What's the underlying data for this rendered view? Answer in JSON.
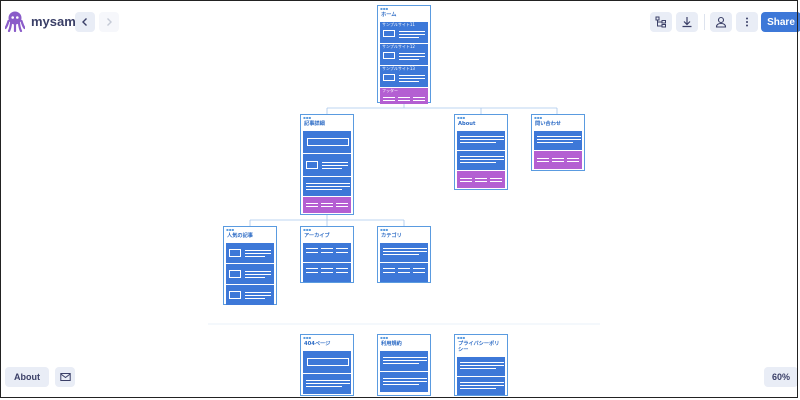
{
  "app": {
    "name": "mysampe"
  },
  "header": {
    "share_label": "Share",
    "icons": [
      "back-icon",
      "forward-icon",
      "sitemap-icon",
      "download-icon",
      "user-icon",
      "more-icon"
    ]
  },
  "footer": {
    "about_label": "About",
    "zoom": "60%"
  },
  "colors": {
    "accent": "#3d78d8",
    "section": "#3d78d8",
    "footer_section": "#b45fd2",
    "card_border": "#5a9be0"
  },
  "sitemap": {
    "home": {
      "title": "ホーム",
      "sections": [
        "サンプルサイト11",
        "サンプルサイト12",
        "サンプルサイト13",
        "フッター"
      ]
    },
    "article": {
      "title": "記事詳細"
    },
    "about": {
      "title": "About"
    },
    "contact": {
      "title": "問い合わせ"
    },
    "popular": {
      "title": "人気の記事"
    },
    "archive": {
      "title": "アーカイブ"
    },
    "category": {
      "title": "カテゴリ"
    },
    "notfound": {
      "title": "404ページ"
    },
    "terms": {
      "title": "利用規約"
    },
    "privacy": {
      "title": "プライバシーポリシー"
    }
  }
}
